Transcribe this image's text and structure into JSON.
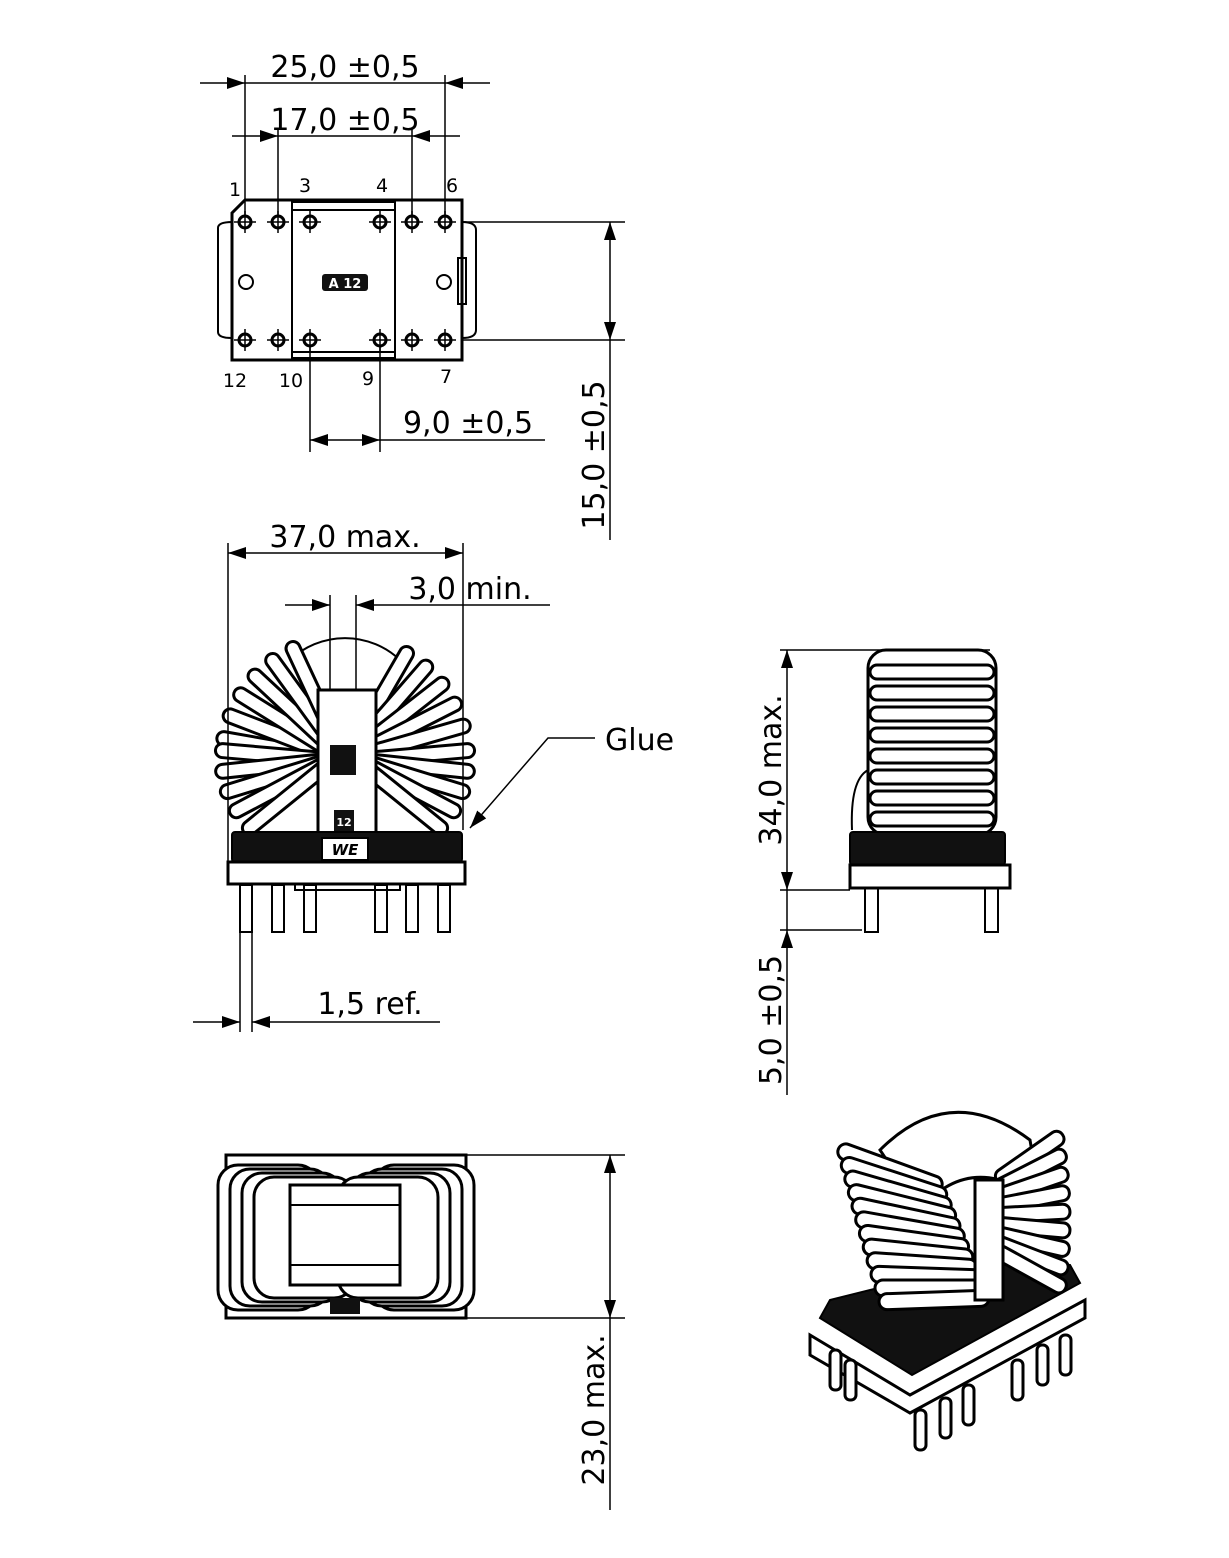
{
  "drawing": {
    "top_view": {
      "dim_overall_pins": "25,0 ±0,5",
      "dim_inner_pins": "17,0 ±0,5",
      "dim_center_gap": "9,0 ±0,5",
      "dim_row_spacing": "15,0 ±0,5",
      "pin_labels": {
        "p1": "1",
        "p3": "3",
        "p4": "4",
        "p6": "6",
        "p12": "12",
        "p10": "10",
        "p9": "9",
        "p7": "7"
      },
      "marking": "A 12"
    },
    "front_view": {
      "dim_width": "37,0 max.",
      "dim_gap": "3,0 min.",
      "glue_label": "Glue",
      "dim_pin": "1,5 ref.",
      "logo": "WE",
      "marking": "12"
    },
    "side_view": {
      "dim_height": "34,0 max.",
      "dim_pin_length": "5,0 ±0,5"
    },
    "bottom_view": {
      "dim_depth": "23,0 max."
    }
  }
}
